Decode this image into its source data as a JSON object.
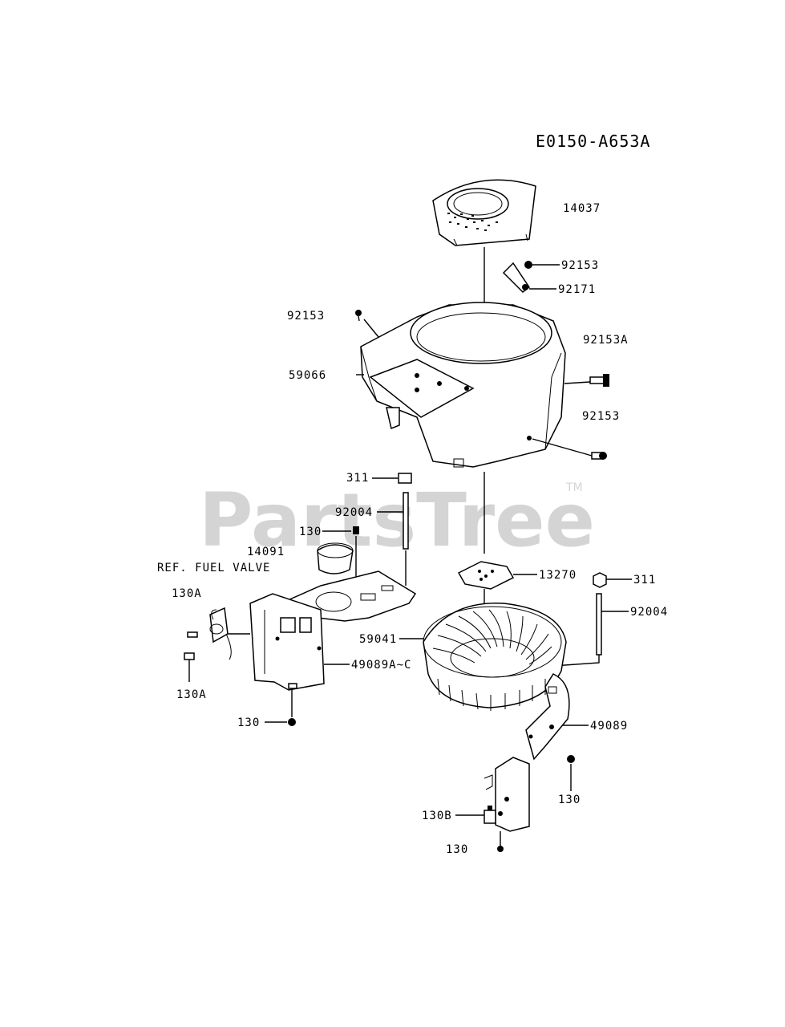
{
  "diagram": {
    "code": "E0150-A653A",
    "watermark": "PartsTree",
    "watermark_tm": "TM",
    "labels": {
      "p14037": "14037",
      "p92153_top": "92153",
      "p92171": "92171",
      "p92153_left": "92153",
      "p92153A": "92153A",
      "p59066": "59066",
      "p92153_right": "92153",
      "p311_a": "311",
      "p92004_a": "92004",
      "p130_a": "130",
      "p14091": "14091",
      "ref_fuel_valve": "REF. FUEL VALVE",
      "p130A_a": "130A",
      "p13270": "13270",
      "p311_b": "311",
      "p92004_b": "92004",
      "p59041": "59041",
      "p49089AC": "49089A~C",
      "p130A_b": "130A",
      "p130_b": "130",
      "p49089": "49089",
      "p130_c": "130",
      "p130B": "130B",
      "p130_d": "130"
    }
  }
}
